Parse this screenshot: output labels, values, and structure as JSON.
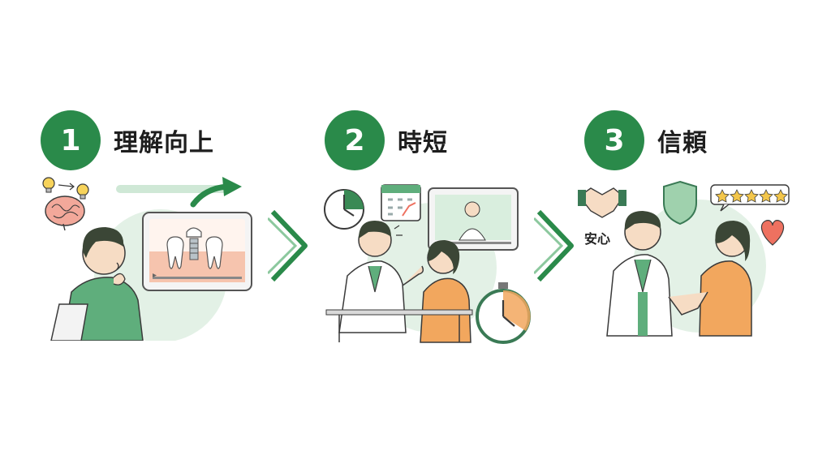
{
  "colors": {
    "green": "#2a8a4a",
    "green_light": "#d9eede",
    "green_shirt": "#5fae7c",
    "line": "#3a3a3a",
    "skin": "#f6dcc4",
    "hair": "#3b4636",
    "orange": "#f2a75e",
    "heart": "#ee7160",
    "star": "#f3c64a",
    "gum": "#f4b9a0"
  },
  "steps": [
    {
      "number": "1",
      "title": "理解向上",
      "icons": [
        "lightbulb-icon",
        "brain-icon",
        "tablet-icon",
        "implant-icon",
        "arrow-up-right-icon"
      ]
    },
    {
      "number": "2",
      "title": "時短",
      "icons": [
        "clock-icon",
        "calendar-icon",
        "monitor-icon",
        "stopwatch-icon"
      ]
    },
    {
      "number": "3",
      "title": "信頼",
      "icons": [
        "handshake-icon",
        "shield-icon",
        "rating-stars-icon",
        "heart-icon"
      ],
      "label": "安心"
    }
  ],
  "separators": [
    "chevron-right-icon",
    "chevron-right-icon"
  ]
}
